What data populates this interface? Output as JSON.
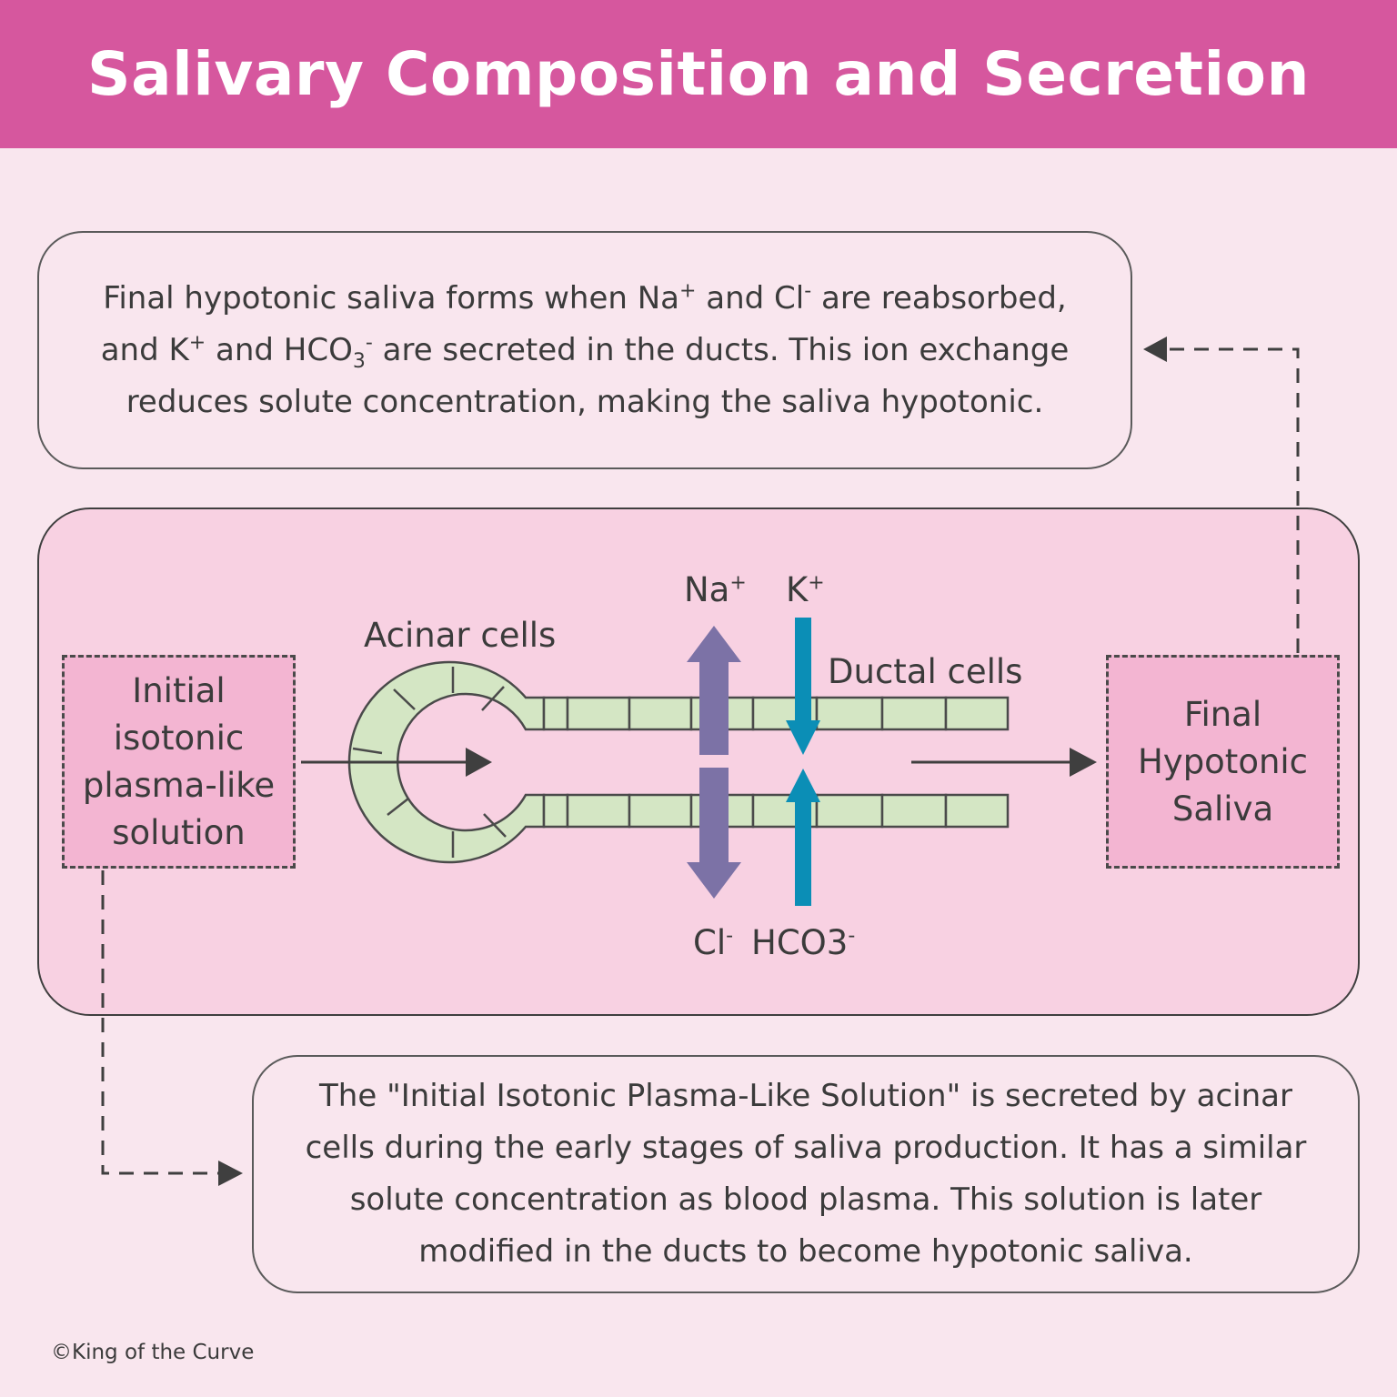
{
  "title": "Salivary Composition and Secretion",
  "notes": {
    "top": {
      "line1_a": "Final hypotonic saliva forms when Na",
      "line1_na_sup": "+",
      "line1_b": " and Cl",
      "line1_cl_sup": "-",
      "line1_c": " are reabsorbed,",
      "line2_a": "and K",
      "line2_k_sup": "+",
      "line2_b": " and HCO",
      "line2_sub": "3",
      "line2_sup": "-",
      "line2_c": " are secreted in the ducts. This ion exchange",
      "line3": "reduces solute concentration, making the saliva hypotonic."
    },
    "bottom": {
      "line1": "The \"Initial Isotonic Plasma-Like Solution\" is secreted by acinar",
      "line2": "cells during the early stages of saliva production. It has a similar",
      "line3": "solute concentration as blood plasma. This solution is later",
      "line4": "modified in the ducts to become hypotonic saliva."
    }
  },
  "diagram": {
    "initial_box": [
      "Initial",
      "isotonic",
      "plasma-like",
      "solution"
    ],
    "final_box": [
      "Final",
      "Hypotonic",
      "Saliva"
    ],
    "acinar_label": "Acinar cells",
    "ductal_label": "Ductal cells",
    "ions": {
      "na": "Na",
      "na_sup": "+",
      "k": "K",
      "k_sup": "+",
      "cl": "Cl",
      "cl_sup": "-",
      "hco3": "HCO3",
      "hco3_sup": "-"
    }
  },
  "copyright": "©King of the Curve",
  "colors": {
    "header": "#d6579e",
    "background": "#f9e6ee",
    "panel": "#f8d1e2",
    "dash_box": "#f3b5d2",
    "cells_fill": "#d4e6c4",
    "cells_stroke": "#4a4a4a",
    "na_cl_arrow": "#7c72a6",
    "k_hco3_arrow": "#0b8eb6"
  }
}
